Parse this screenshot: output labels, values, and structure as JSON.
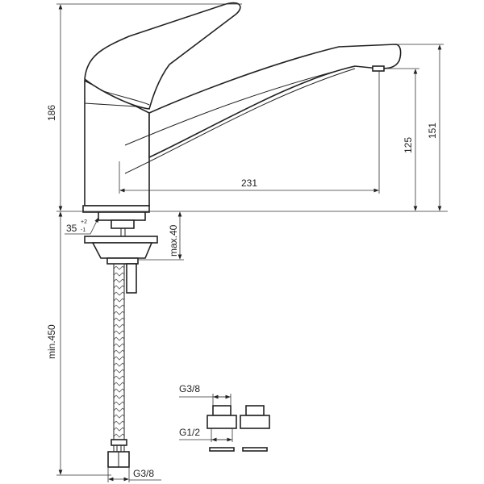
{
  "dimensions": {
    "total_height": "186",
    "spout_reach": "231",
    "outlet_height": "125",
    "spout_top_height": "151",
    "hole_diameter": "35",
    "hole_tol_plus": "+2",
    "hole_tol_minus": "-1",
    "max_deck_thickness": "max.40",
    "hose_length": "min.450",
    "hose_thread": "G3/8"
  },
  "adapters": {
    "outlet_thread": "G3/8",
    "inlet_thread": "G1/2"
  }
}
